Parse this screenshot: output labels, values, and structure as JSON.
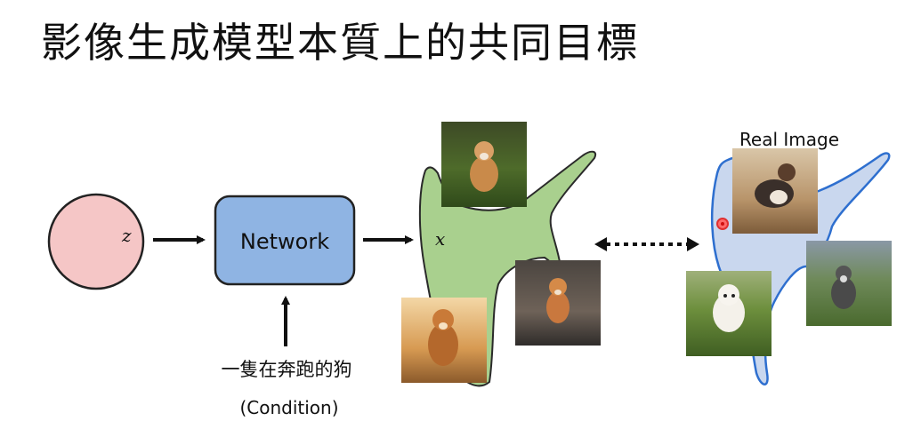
{
  "title": "影像生成模型本質上的共同目標",
  "latent": {
    "symbol": "z"
  },
  "network": {
    "label": "Network"
  },
  "output": {
    "symbol": "x"
  },
  "condition": {
    "text": "一隻在奔跑的狗",
    "caption": "(Condition)"
  },
  "real": {
    "label": "Real Image"
  },
  "colors": {
    "latent_fill": "#f5c6c6",
    "network_fill": "#8fb4e3",
    "generated_fill": "#a9d08e",
    "real_fill": "#c9d7ee",
    "real_edge": "#2e6fcf",
    "marker": "#e03030"
  }
}
